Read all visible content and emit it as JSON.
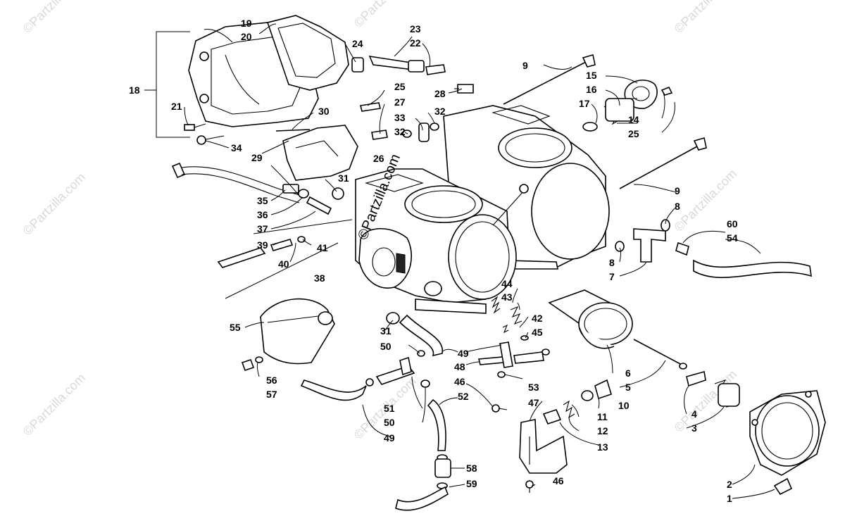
{
  "watermarks": {
    "brand": "©Partzilla.com",
    "center": "©Partzilla.com"
  },
  "callouts": {
    "c1": "1",
    "c2": "2",
    "c3": "3",
    "c4": "4",
    "c5": "5",
    "c6": "6",
    "c7": "7",
    "c8a": "8",
    "c8b": "8",
    "c9a": "9",
    "c9b": "9",
    "c10": "10",
    "c11": "11",
    "c12": "12",
    "c13": "13",
    "c14": "14",
    "c15": "15",
    "c16": "16",
    "c17": "17",
    "c18": "18",
    "c19": "19",
    "c20": "20",
    "c21": "21",
    "c22": "22",
    "c23": "23",
    "c24": "24",
    "c25a": "25",
    "c25b": "25",
    "c26": "26",
    "c27": "27",
    "c28": "28",
    "c29": "29",
    "c30": "30",
    "c31a": "31",
    "c31b": "31",
    "c32a": "32",
    "c32b": "32",
    "c33": "33",
    "c34": "34",
    "c35": "35",
    "c36": "36",
    "c37": "37",
    "c38": "38",
    "c39": "39",
    "c40": "40",
    "c41": "41",
    "c42": "42",
    "c43": "43",
    "c44": "44",
    "c45": "45",
    "c46a": "46",
    "c46b": "46",
    "c47": "47",
    "c48": "48",
    "c49a": "49",
    "c49b": "49",
    "c50a": "50",
    "c50b": "50",
    "c51": "51",
    "c52": "52",
    "c53": "53",
    "c54": "54",
    "c55": "55",
    "c56": "56",
    "c57": "57",
    "c58": "58",
    "c59": "59",
    "c60": "60"
  }
}
